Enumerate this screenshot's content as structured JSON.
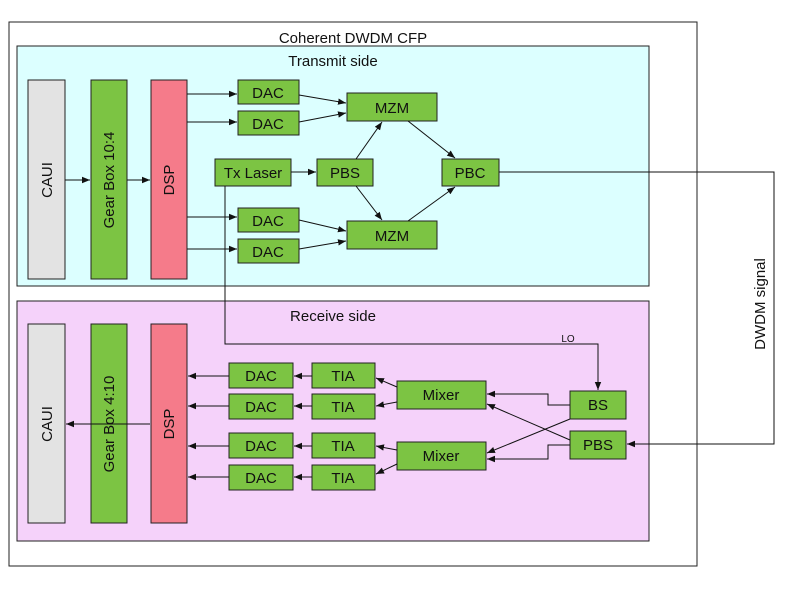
{
  "title": "Coherent DWDM CFP",
  "transmit": {
    "title": "Transmit side",
    "caui": "CAUI",
    "gearbox": "Gear Box 10:4",
    "dsp": "DSP",
    "dac1": "DAC",
    "dac2": "DAC",
    "dac3": "DAC",
    "dac4": "DAC",
    "laser": "Tx Laser",
    "pbs": "PBS",
    "mzm_top": "MZM",
    "mzm_bottom": "MZM",
    "pbc": "PBC"
  },
  "receive": {
    "title": "Receive side",
    "caui": "CAUI",
    "gearbox": "Gear Box 4:10",
    "dsp": "DSP",
    "dac1": "DAC",
    "dac2": "DAC",
    "dac3": "DAC",
    "dac4": "DAC",
    "tia1": "TIA",
    "tia2": "TIA",
    "tia3": "TIA",
    "tia4": "TIA",
    "mixer_top": "Mixer",
    "mixer_bottom": "Mixer",
    "bs": "BS",
    "pbs": "PBS",
    "lo": "LO"
  },
  "signal_label": "DWDM signal",
  "colors": {
    "transmit_bg": "#dcffff",
    "receive_bg": "#f5d2fa",
    "module": "#7cc443",
    "dsp": "#f57b8a",
    "caui": "#e3e3e3"
  }
}
